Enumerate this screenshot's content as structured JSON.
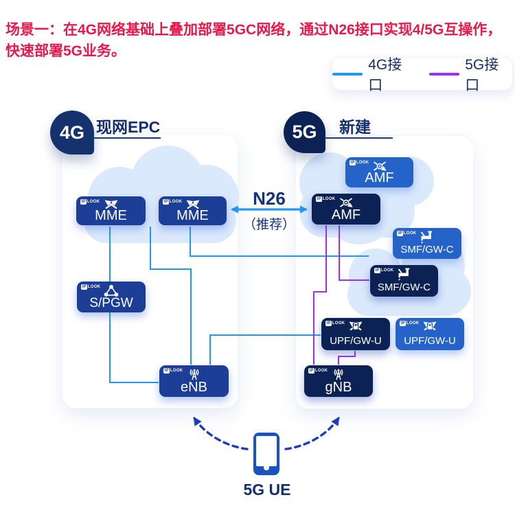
{
  "header": {
    "text": "场景一：在4G网络基础上叠加部署5GC网络，通过N26接口实现4/5G互操作，快速部署5G业务。"
  },
  "legend": {
    "items": [
      {
        "label": "4G接口",
        "color": "#2196f3"
      },
      {
        "label": "5G接口",
        "color": "#9c2ff0"
      }
    ]
  },
  "brand": {
    "ip": "IP",
    "look": "LOOK"
  },
  "left_group": {
    "badge": "4G",
    "title": "现网EPC"
  },
  "right_group": {
    "badge": "5G",
    "title": "新建"
  },
  "n26": {
    "label": "N26",
    "note": "（推荐）"
  },
  "nodes": {
    "mme1": {
      "label": "MME"
    },
    "mme2": {
      "label": "MME"
    },
    "spgw": {
      "label": "S/PGW"
    },
    "enb": {
      "label": "eNB"
    },
    "amf_new": {
      "label": "AMF"
    },
    "amf_main": {
      "label": "AMF"
    },
    "smf_new": {
      "label": "SMF/GW-C"
    },
    "smf_main": {
      "label": "SMF/GW-C"
    },
    "upf_main": {
      "label": "UPF/GW-U"
    },
    "upf_new": {
      "label": "UPF/GW-U"
    },
    "gnb": {
      "label": "gNB"
    }
  },
  "ue": {
    "label": "5G UE"
  },
  "colors": {
    "interface_4g": "#2196f3",
    "interface_5g": "#9c2ff0",
    "node_mid": "#1c3e96",
    "node_dark": "#0d2254",
    "node_light": "#2563c9",
    "cloud": "#dbe9fc",
    "accent_red": "#e9184a",
    "navy_text": "#132f6d",
    "dashed_arrow": "#1b3cbd"
  }
}
